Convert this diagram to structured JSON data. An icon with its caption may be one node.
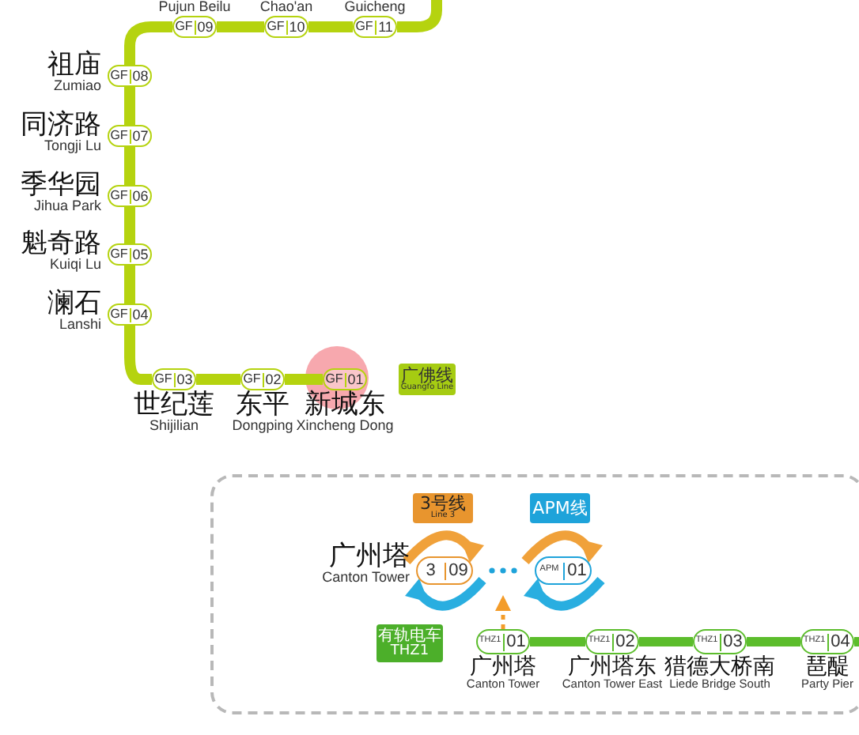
{
  "diagram": {
    "nodes": [
      {
        "text": [
          "GF",
          "09"
        ],
        "beside": [
          "Pujun Beilu"
        ]
      },
      {
        "text": [
          "GF",
          "10"
        ],
        "beside": [
          "Chao'an"
        ]
      },
      {
        "text": [
          "GF",
          "11"
        ],
        "beside": [
          "Guicheng"
        ]
      },
      {
        "text": [
          "GF",
          "08"
        ],
        "beside": [
          "祖庙",
          "Zumiao"
        ]
      },
      {
        "text": [
          "GF",
          "07"
        ],
        "beside": [
          "同济路",
          "Tongji Lu"
        ]
      },
      {
        "text": [
          "GF",
          "06"
        ],
        "beside": [
          "季华园",
          "Jihua Park"
        ]
      },
      {
        "text": [
          "GF",
          "05"
        ],
        "beside": [
          "魁奇路",
          "Kuiqi Lu"
        ]
      },
      {
        "text": [
          "GF",
          "04"
        ],
        "beside": [
          "澜石",
          "Lanshi"
        ]
      },
      {
        "text": [
          "GF",
          "03"
        ],
        "beside": [
          "世纪莲",
          "Shijilian"
        ]
      },
      {
        "text": [
          "GF",
          "02"
        ],
        "beside": [
          "东平",
          "Dongping"
        ]
      },
      {
        "text": [
          "GF",
          "01"
        ],
        "beside": [
          "新城东",
          "Xincheng Dong"
        ]
      },
      {
        "text": [
          "广佛线",
          "Guangfo Line"
        ]
      },
      {
        "text": [],
        "shape": "box"
      },
      {
        "text": [
          "3号线",
          "Line 3"
        ],
        "in": 12
      },
      {
        "text": [
          "APM线"
        ],
        "in": 12
      },
      {
        "text": [
          "3",
          "09"
        ],
        "beside": [
          "广州塔",
          "Canton Tower"
        ],
        "in": 12
      },
      {
        "text": [
          "APM",
          "01"
        ],
        "in": 12
      },
      {
        "text": [
          "有轨电车",
          "THZ1"
        ],
        "in": 12
      },
      {
        "text": [
          "THZ1",
          "01"
        ],
        "beside": [
          "广州塔",
          "Canton Tower"
        ],
        "in": 12
      },
      {
        "text": [
          "THZ1",
          "02"
        ],
        "beside": [
          "广州塔东",
          "Canton Tower East"
        ],
        "in": 12
      },
      {
        "text": [
          "THZ1",
          "03"
        ],
        "beside": [
          "猎德大桥南",
          "Liede Bridge South"
        ],
        "in": 12
      },
      {
        "text": [
          "THZ1",
          "04"
        ],
        "beside": [
          "琶醍",
          "Party Pier"
        ],
        "in": 12
      }
    ],
    "edges": [
      {
        "from": null,
        "to": 2,
        "arrow": "none"
      },
      {
        "from": 2,
        "to": 1,
        "arrow": "none"
      },
      {
        "from": 1,
        "to": 0,
        "arrow": "none"
      },
      {
        "from": 0,
        "to": 3,
        "arrow": "none"
      },
      {
        "from": 3,
        "to": 4,
        "arrow": "none"
      },
      {
        "from": 4,
        "to": 5,
        "arrow": "none"
      },
      {
        "from": 5,
        "to": 6,
        "arrow": "none"
      },
      {
        "from": 6,
        "to": 7,
        "arrow": "none"
      },
      {
        "from": 7,
        "to": 8,
        "arrow": "none"
      },
      {
        "from": 8,
        "to": 9,
        "arrow": "none"
      },
      {
        "from": 9,
        "to": 10,
        "arrow": "none"
      },
      {
        "from": 18,
        "to": null,
        "arrow": "to",
        "style": "dashed",
        "color": "#f39c2a"
      },
      {
        "from": 18,
        "to": 19,
        "arrow": "none",
        "color": "#5cbd2c"
      },
      {
        "from": 19,
        "to": 20,
        "arrow": "none",
        "color": "#5cbd2c"
      },
      {
        "from": 20,
        "to": 21,
        "arrow": "none",
        "color": "#5cbd2c"
      },
      {
        "from": 21,
        "to": null,
        "arrow": "none",
        "color": "#5cbd2c"
      }
    ]
  }
}
